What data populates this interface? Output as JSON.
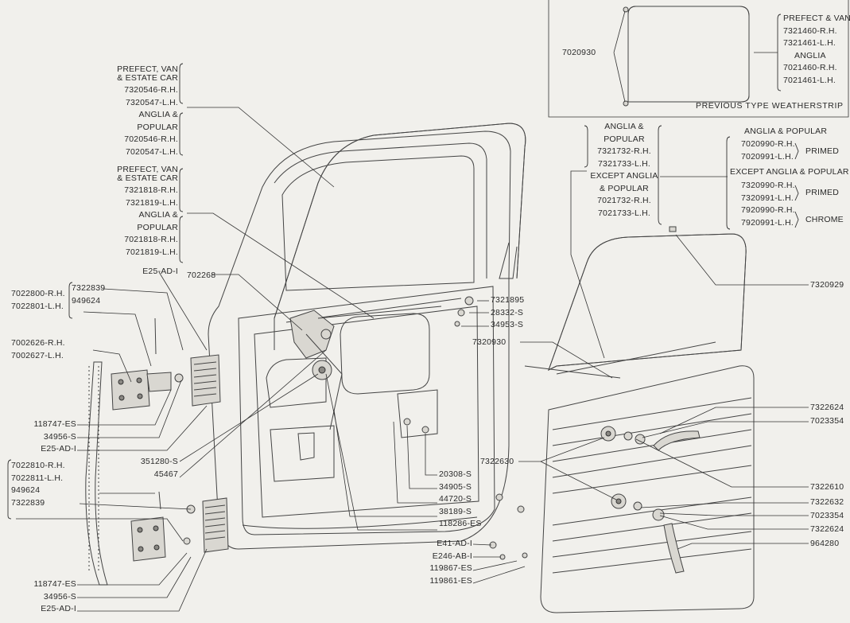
{
  "group_windowrun": [
    "PREFECT, VAN",
    "& ESTATE CAR",
    "7320546-R.H.",
    "7320547-L.H.",
    "ANGLIA &",
    "POPULAR",
    "7020546-R.H.",
    "7020547-L.H."
  ],
  "group_winseal": [
    "PREFECT, VAN",
    "& ESTATE CAR",
    "7321818-R.H.",
    "7321819-L.H.",
    "ANGLIA &",
    "POPULAR",
    "7021818-R.H.",
    "7021819-L.H."
  ],
  "e25_top": "E25-AD-I",
  "p702268": "702268",
  "hinge_top_a": [
    "7322839",
    "949624"
  ],
  "hinge_top_b": [
    "7022800-R.H.",
    "7022801-L.H."
  ],
  "check_strap": [
    "7002626-R.H.",
    "7002627-L.H."
  ],
  "left_lower_top": [
    "118747-ES",
    "34956-S",
    "E25-AD-I"
  ],
  "center_left": [
    "351280-S",
    "45467"
  ],
  "hinge_low_a": [
    "7022810-R.H.",
    "7022811-L.H."
  ],
  "hinge_low_b": [
    "949624",
    "7322839"
  ],
  "left_lower_bottom": [
    "118747-ES",
    "34956-S",
    "E25-AD-I"
  ],
  "regulator_right": [
    "7321895",
    "28332-S",
    "34953-S",
    "7320930"
  ],
  "bottom_center": [
    "20308-S",
    "34905-S",
    "44720-S",
    "38189-S",
    "118286-ES",
    "E41-AD-I",
    "E246-AB-I",
    "119867-ES",
    "119861-ES"
  ],
  "prev": {
    "left": "7020930",
    "right": [
      "PREFECT & VAN",
      "7321460-R.H.",
      "7321461-L.H.",
      "ANGLIA",
      "7021460-R.H.",
      "7021461-L.H."
    ],
    "caption": "PREVIOUS TYPE WEATHERSTRIP"
  },
  "mid_left": [
    "ANGLIA &",
    "POPULAR",
    "7321732-R.H.",
    "7321733-L.H.",
    "EXCEPT ANGLIA",
    "& POPULAR",
    "7021732-R.H.",
    "7021733-L.H."
  ],
  "mid_right": [
    "ANGLIA & POPULAR",
    "7020990-R.H.",
    "7020991-L.H.",
    "EXCEPT ANGLIA & POPULAR",
    "7320990-R.H.",
    "7320991-L.H.",
    "7920990-R.H.",
    "7920991-L.H."
  ],
  "finish": {
    "primed_a": "PRIMED",
    "primed_b": "PRIMED",
    "chrome": "CHROME"
  },
  "p7320929": "7320929",
  "handles_right": [
    "7322624",
    "7023354",
    "7322610",
    "7322632",
    "7023354",
    "7322624",
    "964280"
  ],
  "p7322630": "7322630",
  "colors": {
    "background": "#f1f0ec",
    "ink": "#2a2a2a"
  }
}
